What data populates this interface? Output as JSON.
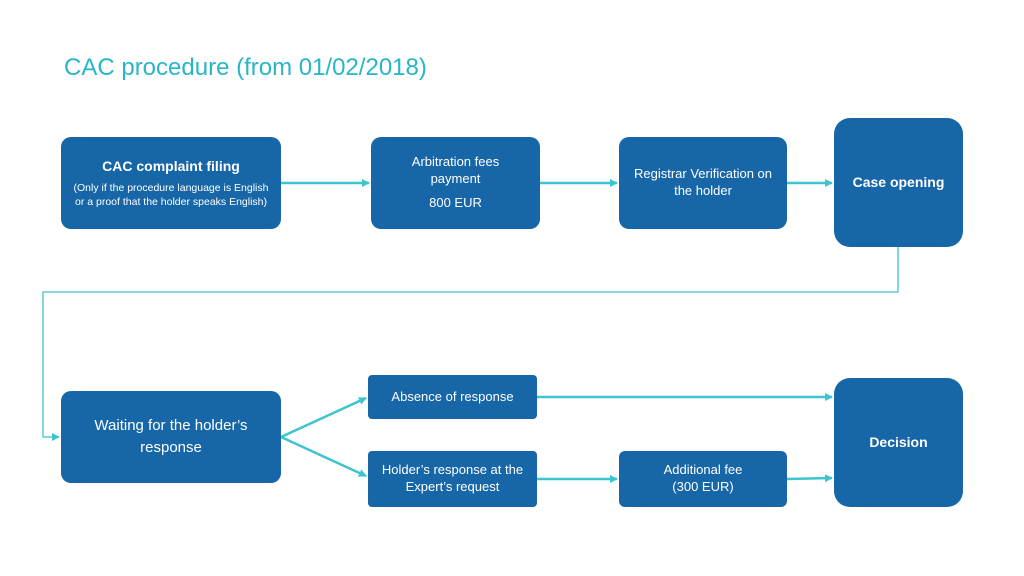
{
  "title": "CAC procedure (from 01/02/2018)",
  "nodes": {
    "filing": {
      "title": "CAC complaint  filing",
      "note": "(Only if the procedure language is English or a proof that the holder speaks English)"
    },
    "fees": {
      "label": "Arbitration fees payment",
      "amount": "800 EUR"
    },
    "verification": {
      "label": "Registrar Verification on the holder"
    },
    "case_opening": {
      "label": "Case opening"
    },
    "waiting": {
      "label": "Waiting for the holder’s response"
    },
    "absence": {
      "label": "Absence of response"
    },
    "holder_response": {
      "label": "Holder’s response at the Expert’s request"
    },
    "additional_fee": {
      "label": "Additional fee",
      "amount": "(300 EUR)"
    },
    "decision": {
      "label": "Decision"
    }
  },
  "colors": {
    "box": "#1766a8",
    "arrow": "#3cc4d0",
    "title": "#29b5c8"
  }
}
